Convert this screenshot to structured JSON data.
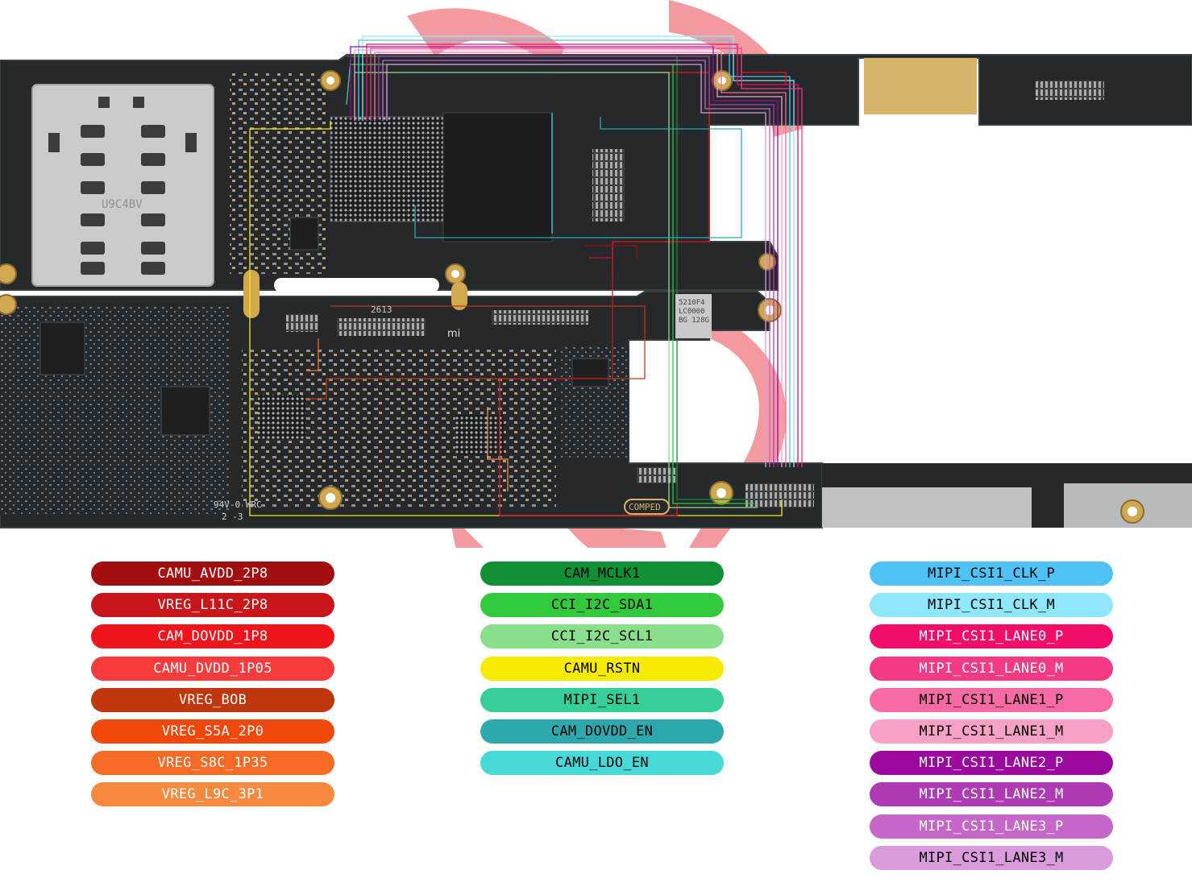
{
  "board": {
    "silkscreen": {
      "sim_tray": "U9C4BV",
      "board_code": "2613",
      "brand_mark": "mi",
      "ul_rating": "94V-0 WRC",
      "rev": "2 -3",
      "chip_marking": "5210F4\nLC0000\nBG 128G",
      "badge": "COMPED"
    },
    "colors": {
      "pcb": "#26292b",
      "pcb_edge": "#3a3f42",
      "metal": "#c9cbcd",
      "gold": "#d8b36a",
      "watermark": "#e8474e"
    }
  },
  "legend": {
    "left": [
      {
        "label": "CAMU_AVDD_2P8",
        "bg": "#a30e12",
        "fg": "#ffffff"
      },
      {
        "label": "VREG_L11C_2P8",
        "bg": "#c8161a",
        "fg": "#ffffff"
      },
      {
        "label": "CAM_DOVDD_1P8",
        "bg": "#f0141c",
        "fg": "#ffffff"
      },
      {
        "label": "CAMU_DVDD_1P05",
        "bg": "#f53b3b",
        "fg": "#ffffff"
      },
      {
        "label": "VREG_BOB",
        "bg": "#c1370d",
        "fg": "#ffffff"
      },
      {
        "label": "VREG_S5A_2P0",
        "bg": "#f2470a",
        "fg": "#ffffff"
      },
      {
        "label": "VREG_S8C_1P35",
        "bg": "#f56a25",
        "fg": "#ffffff"
      },
      {
        "label": "VREG_L9C_3P1",
        "bg": "#f8893f",
        "fg": "#ffffff"
      }
    ],
    "middle": [
      {
        "label": "CAM_MCLK1",
        "bg": "#118f35",
        "fg": "#000000"
      },
      {
        "label": "CCI_I2C_SDA1",
        "bg": "#33c93c",
        "fg": "#000000"
      },
      {
        "label": "CCI_I2C_SCL1",
        "bg": "#8ae08a",
        "fg": "#000000"
      },
      {
        "label": "CAMU_RSTN",
        "bg": "#f7ec00",
        "fg": "#000000"
      },
      {
        "label": "MIPI_SEL1",
        "bg": "#36cf97",
        "fg": "#000000"
      },
      {
        "label": "CAM_DOVDD_EN",
        "bg": "#2ba9ac",
        "fg": "#000000"
      },
      {
        "label": "CAMU_LDO_EN",
        "bg": "#47d9d8",
        "fg": "#000000"
      }
    ],
    "right": [
      {
        "label": "MIPI_CSI1_CLK_P",
        "bg": "#4fc3f7",
        "fg": "#000000"
      },
      {
        "label": "MIPI_CSI1_CLK_M",
        "bg": "#8ee7fa",
        "fg": "#000000"
      },
      {
        "label": "MIPI_CSI1_LANE0_P",
        "bg": "#f40c6b",
        "fg": "#ffffff"
      },
      {
        "label": "MIPI_CSI1_LANE0_M",
        "bg": "#f53a85",
        "fg": "#ffffff"
      },
      {
        "label": "MIPI_CSI1_LANE1_P",
        "bg": "#f76aa3",
        "fg": "#000000"
      },
      {
        "label": "MIPI_CSI1_LANE1_M",
        "bg": "#f9a0c6",
        "fg": "#000000"
      },
      {
        "label": "MIPI_CSI1_LANE2_P",
        "bg": "#9a0a9c",
        "fg": "#ffffff"
      },
      {
        "label": "MIPI_CSI1_LANE2_M",
        "bg": "#ae3bb3",
        "fg": "#ffffff"
      },
      {
        "label": "MIPI_CSI1_LANE3_P",
        "bg": "#c566c8",
        "fg": "#ffffff"
      },
      {
        "label": "MIPI_CSI1_LANE3_M",
        "bg": "#d99bdc",
        "fg": "#000000"
      }
    ]
  }
}
